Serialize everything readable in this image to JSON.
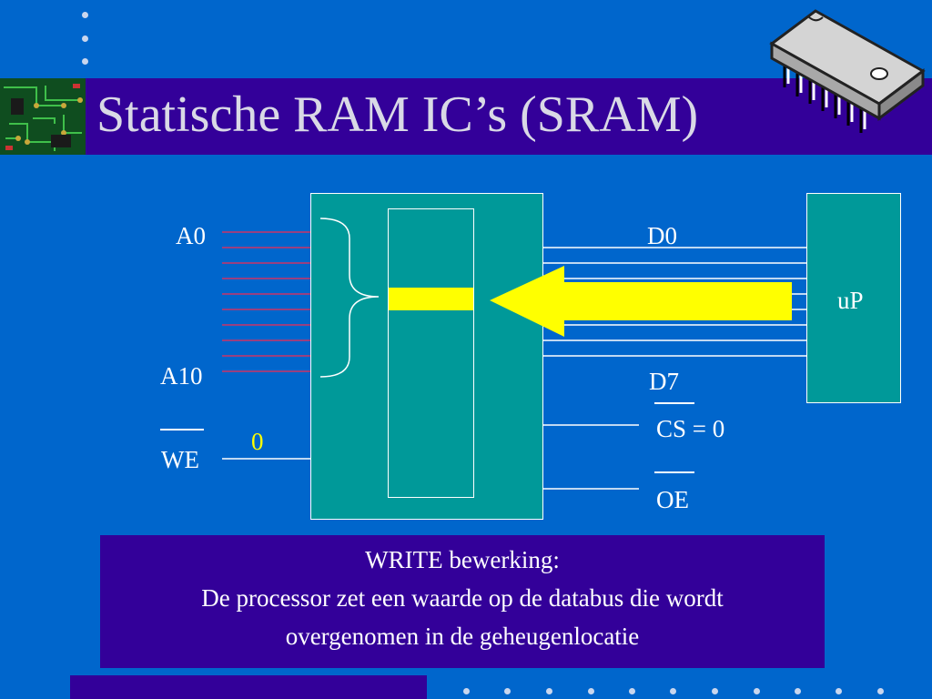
{
  "slide": {
    "title": "Statische RAM IC’s (SRAM)"
  },
  "diagram": {
    "address_top": "A0",
    "address_bottom": "A10",
    "write_enable": "WE",
    "write_enable_value": "0",
    "data_top": "D0",
    "data_bottom": "D7",
    "chip_select": "CS = 0",
    "output_enable": "OE",
    "processor": "uP"
  },
  "caption": {
    "line1": "WRITE bewerking:",
    "line2": "De processor zet een waarde op de databus die wordt",
    "line3": "overgenomen in de geheugenlocatie"
  },
  "colors": {
    "background": "#0066cc",
    "title_bar": "#330099",
    "block_teal": "#009999",
    "highlight": "#ffff00",
    "address_line": "#cc3366"
  },
  "icons": [
    "circuit-board-icon",
    "ic-chip-icon"
  ]
}
